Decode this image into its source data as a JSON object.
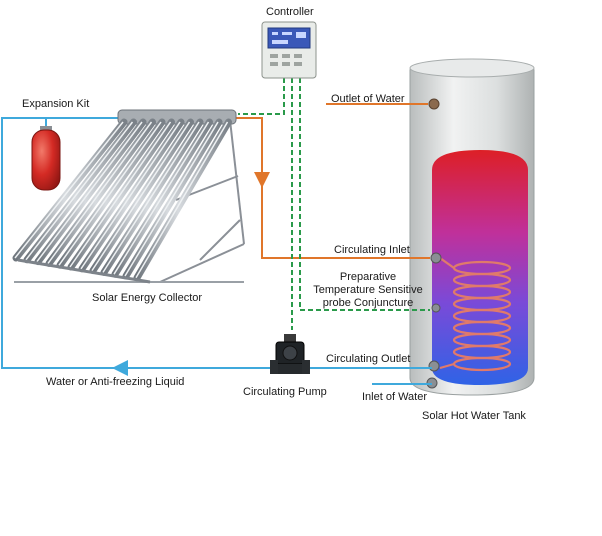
{
  "labels": {
    "controller": "Controller",
    "expansion_kit": "Expansion Kit",
    "outlet_of_water": "Outlet of Water",
    "circulating_inlet": "Circulating Inlet",
    "probe_line1": "Preparative",
    "probe_line2": "Temperature Sensitive",
    "probe_line3": "probe Conjuncture",
    "solar_collector": "Solar Energy Collector",
    "circulating_outlet": "Circulating Outlet",
    "water_or_antifreeze": "Water or Anti-freezing Liquid",
    "circulating_pump": "Circulating Pump",
    "inlet_of_water": "Inlet of Water",
    "tank": "Solar Hot Water Tank"
  },
  "colors": {
    "cold_pipe": "#3fa9dc",
    "hot_pipe": "#e0762a",
    "signal_wire": "#2a9a4a",
    "tank_body": "#d9dcdc",
    "tank_hot": "#d8262c",
    "tank_cold": "#3b5bd6",
    "expansion_kit": "#d42a24",
    "collector_tube": "#9aa2aa"
  },
  "icons": {
    "controller": "controller-device-icon",
    "pump": "circulating-pump-icon",
    "expansion": "expansion-tank-icon",
    "collector": "solar-collector-icon",
    "tank": "hot-water-tank-icon"
  }
}
